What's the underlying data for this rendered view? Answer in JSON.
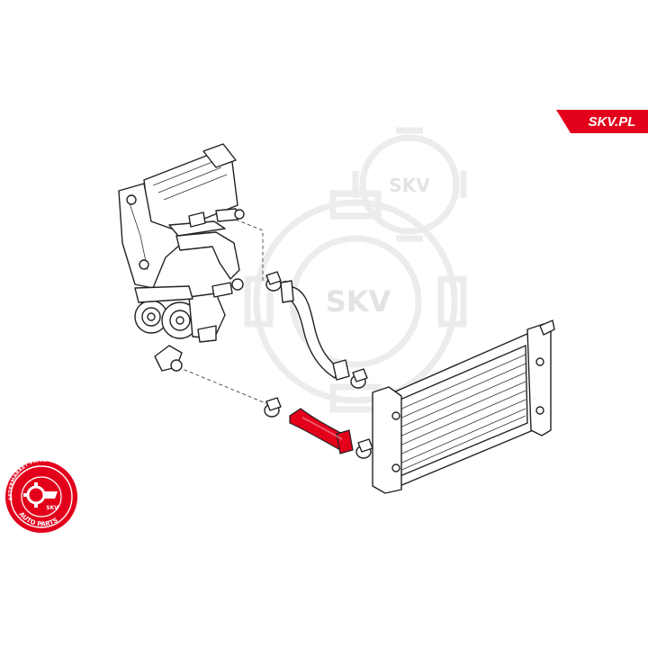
{
  "brand": {
    "site_label": "SKV.PL",
    "accent_color": "#e3001b"
  },
  "watermark": {
    "text": "SKV",
    "color": "#e3e3e3"
  },
  "seal": {
    "ring_text_top": "AFTERMARKET PRICE · OE QUALITY",
    "ring_text_bottom": "AUTO PARTS",
    "center_text": "SKV",
    "icon": "gear-icon"
  },
  "highlighted_part": {
    "name": "coolant-hose",
    "color": "#e3001b"
  }
}
